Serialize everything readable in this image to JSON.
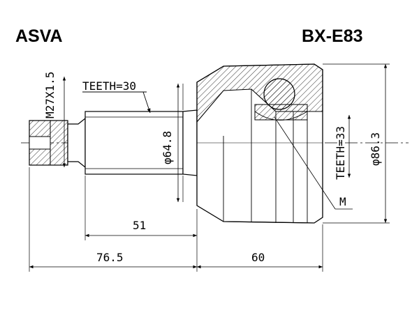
{
  "header": {
    "brand": "ASVA",
    "part_number": "BX-E83"
  },
  "drawing": {
    "thread": "M27X1.5",
    "teeth_outer": "TEETH=30",
    "teeth_inner": "TEETH=33",
    "diameter_small": "φ64.8",
    "diameter_large": "φ86.3",
    "marker": "M",
    "length_shaft": "51",
    "length_total_left": "76.5",
    "length_housing": "60"
  }
}
